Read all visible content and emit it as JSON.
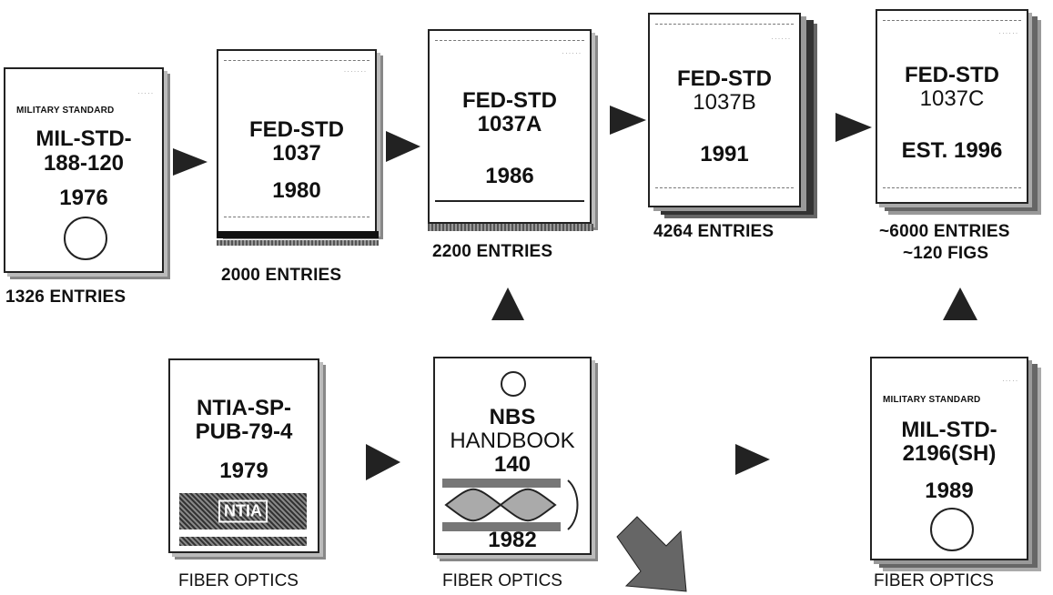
{
  "books": {
    "mil188": {
      "header": "MILITARY STANDARD",
      "title1": "MIL-STD-",
      "title2": "188-120",
      "year": "1976"
    },
    "fed1037": {
      "title1": "FED-STD",
      "title2": "1037",
      "year": "1980"
    },
    "fed1037a": {
      "title1": "FED-STD",
      "title2": "1037A",
      "year": "1986"
    },
    "fed1037b": {
      "title1": "FED-STD",
      "title2": "1037B",
      "year": "1991"
    },
    "fed1037c": {
      "title1": "FED-STD",
      "title2": "1037C",
      "year": "EST. 1996"
    },
    "ntia": {
      "title1": "NTIA-SP-",
      "title2": "PUB-79-4",
      "year": "1979",
      "logo": "NTIA"
    },
    "nbs": {
      "title1": "NBS",
      "title2": "HANDBOOK",
      "title3": "140",
      "year": "1982"
    },
    "mil2196": {
      "header": "MILITARY STANDARD",
      "title1": "MIL-STD-",
      "title2": "2196(SH)",
      "year": "1989"
    }
  },
  "labels": {
    "e1326": "1326 ENTRIES",
    "e2000": "2000 ENTRIES",
    "e2200": "2200 ENTRIES",
    "e4264": "4264 ENTRIES",
    "e6000": "~6000 ENTRIES",
    "figs": "~120 FIGS",
    "fo1": "FIBER OPTICS",
    "fo2": "FIBER OPTICS",
    "fo3": "FIBER OPTICS"
  }
}
